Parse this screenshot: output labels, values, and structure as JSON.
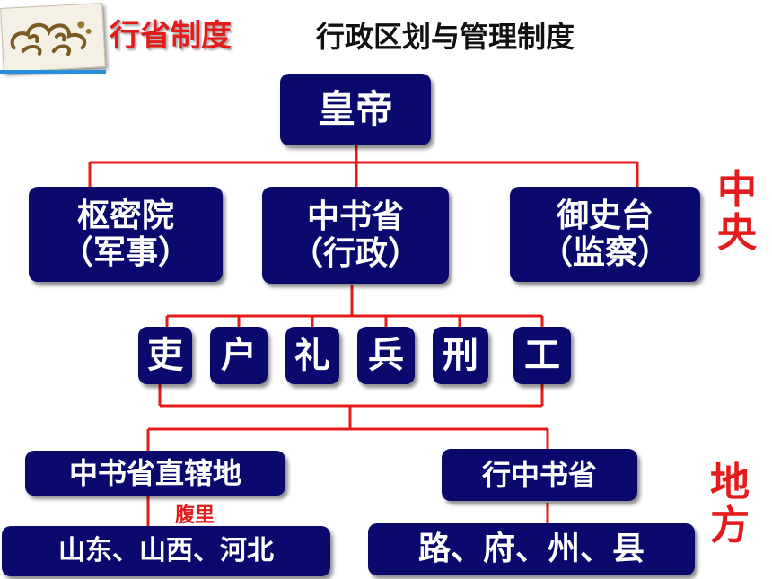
{
  "header": {
    "title": "行省制度",
    "subtitle": "行政区划与管理制度"
  },
  "diagram": {
    "emperor": "皇帝",
    "central": [
      {
        "name": "枢密院",
        "role": "（军事）"
      },
      {
        "name": "中书省",
        "role": "（行政）"
      },
      {
        "name": "御史台",
        "role": "（监察）"
      }
    ],
    "departments": [
      "吏",
      "户",
      "礼",
      "兵",
      "刑",
      "工"
    ],
    "local": [
      {
        "name": "中书省直辖地",
        "area": "山东、山西、河北",
        "note": "腹里"
      },
      {
        "name": "行中书省",
        "area": "路、府、州、县"
      }
    ],
    "side_labels": {
      "central": [
        "中",
        "央"
      ],
      "local": [
        "地",
        "方"
      ]
    },
    "colors": {
      "box": "#0a0a6e",
      "line": "#e41b1b",
      "accent": "#e41b1b"
    }
  }
}
